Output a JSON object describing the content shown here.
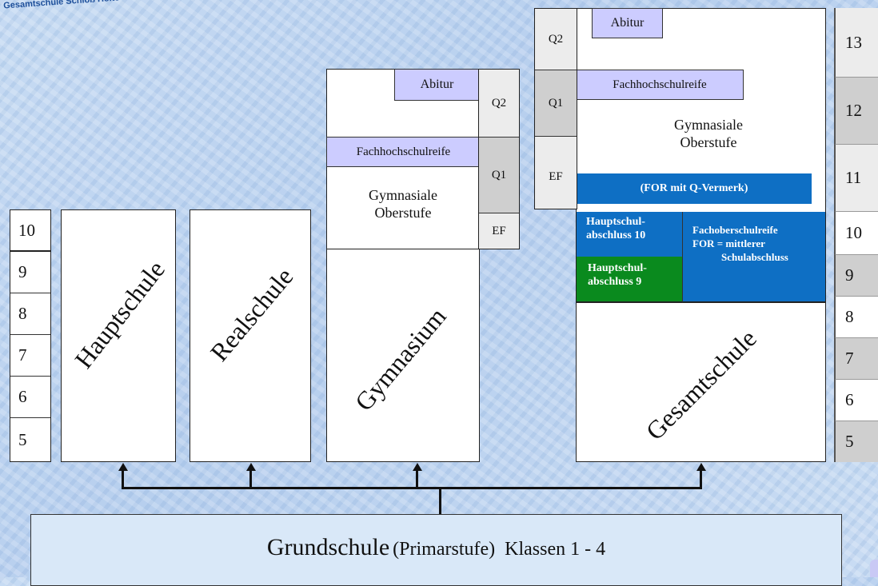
{
  "logo_text": "Gesamtschule Schloß Holte-Stukenbrock",
  "left_grades": [
    "10",
    "9",
    "8",
    "7",
    "6",
    "5"
  ],
  "right_grades": [
    "13",
    "12",
    "11",
    "10",
    "9",
    "8",
    "7",
    "6",
    "5"
  ],
  "schools": {
    "hauptschule": "Hauptschule",
    "realschule": "Realschule",
    "gymnasium": "Gymnasium",
    "gesamtschule": "Gesamtschule"
  },
  "gymnasium_upper": {
    "abitur": "Abitur",
    "fachhochschulreife": "Fachhochschulreife",
    "oberstufe_line1": "Gymnasiale",
    "oberstufe_line2": "Oberstufe",
    "q2": "Q2",
    "q1": "Q1",
    "ef": "EF"
  },
  "gesamtschule_upper": {
    "abitur": "Abitur",
    "fachhochschulreife": "Fachhochschulreife",
    "oberstufe_line1": "Gymnasiale",
    "oberstufe_line2": "Oberstufe",
    "q2": "Q2",
    "q1": "Q1",
    "ef": "EF",
    "for_q": "(FOR mit Q-Vermerk)"
  },
  "degrees": {
    "hs10_line1": "Hauptschul-",
    "hs10_line2": "abschluss 10",
    "hs9_line1": "Hauptschul-",
    "hs9_line2": "abschluss 9",
    "for_line1": "Fachoberschulreife",
    "for_line2": "FOR = mittlerer",
    "for_line3": "Schulabschluss"
  },
  "grundschule": {
    "main": "Grundschule",
    "sub": "(Primarstufe)",
    "classes": "Klassen 1 - 4"
  },
  "colors": {
    "blue": "#0e6fc4",
    "green": "#0a8a1e",
    "lavender": "#ccccff",
    "grey": "#cfcfcf",
    "light": "#ececec"
  }
}
